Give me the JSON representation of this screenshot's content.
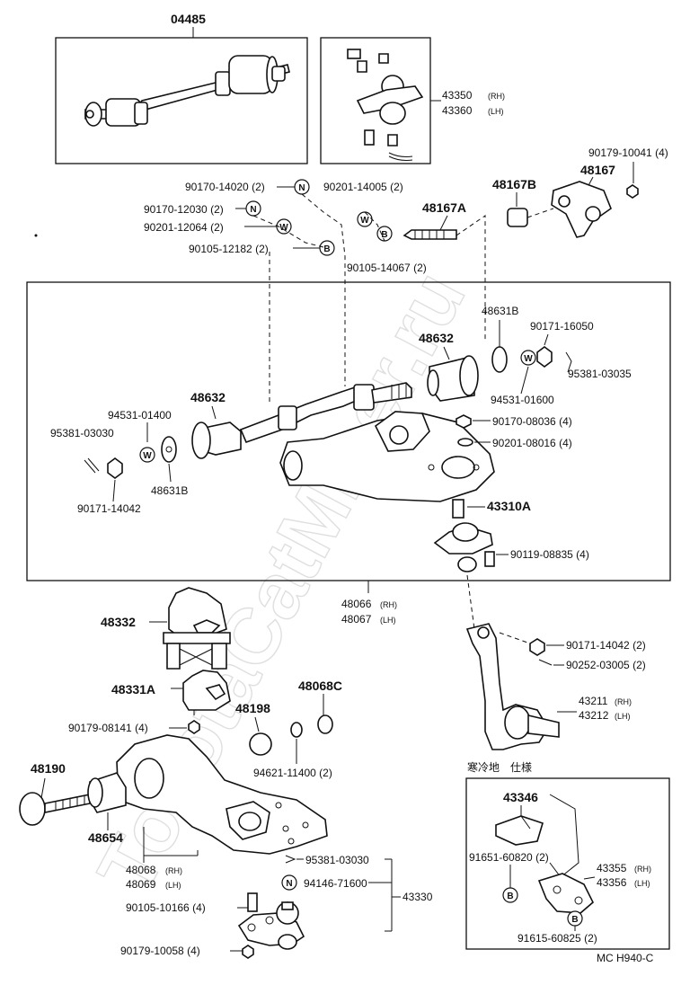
{
  "labels": {
    "p04485": "04485",
    "p43350": "43350",
    "p43360": "43360",
    "rh": "(RH)",
    "lh": "(LH)",
    "p90179_10041": "90179-10041 (4)",
    "p48167": "48167",
    "p48167B": "48167B",
    "p48167A": "48167A",
    "p90170_14020": "90170-14020 (2)",
    "p90201_14005": "90201-14005 (2)",
    "p90170_12030": "90170-12030 (2)",
    "p90201_12064": "90201-12064 (2)",
    "p90105_12182": "90105-12182 (2)",
    "p90105_14067": "90105-14067 (2)",
    "p48631B_top": "48631B",
    "p90171_16050": "90171-16050",
    "p48632_top": "48632",
    "p95381_03035": "95381-03035",
    "p94531_01600": "94531-01600",
    "p90170_08036": "90170-08036 (4)",
    "p90201_08016": "90201-08016 (4)",
    "p94531_01400": "94531-01400",
    "p48632_left": "48632",
    "p95381_03030_top": "95381-03030",
    "p48631B_left": "48631B",
    "p90171_14042_left": "90171-14042",
    "p43310A": "43310A",
    "p90119_08835": "90119-08835 (4)",
    "p48066": "48066",
    "p48067": "48067",
    "p48332": "48332",
    "p90171_14042_right": "90171-14042 (2)",
    "p90252_03005": "90252-03005 (2)",
    "p48331A": "48331A",
    "p48068C": "48068C",
    "p48198": "48198",
    "p90179_08141": "90179-08141 (4)",
    "p43211": "43211",
    "p43212": "43212",
    "p94621_11400": "94621-11400 (2)",
    "cold_spec": "寒冷地　仕様",
    "p48190": "48190",
    "p43346": "43346",
    "p48654": "48654",
    "p91651_60820": "91651-60820 (2)",
    "p43355": "43355",
    "p43356": "43356",
    "p48068": "48068",
    "p48069": "48069",
    "p95381_03030_bot": "95381-03030",
    "p94146_71600": "94146-71600",
    "p43330": "43330",
    "p90105_10166": "90105-10166 (4)",
    "p91615_60825": "91615-60825 (2)",
    "p90179_10058": "90179-10058 (4)",
    "catalog_code": "MC H940-C"
  },
  "symbols": {
    "nut": "N",
    "washer": "W",
    "bolt": "B"
  },
  "watermark": "ToyotaCatMiner.ru"
}
